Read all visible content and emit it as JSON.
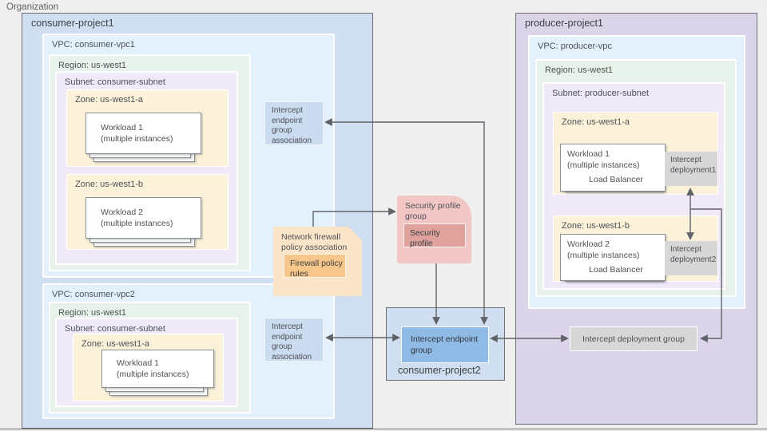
{
  "organization": {
    "label": "Organization"
  },
  "consumer_project1": {
    "label": "consumer-project1",
    "vpc1": {
      "label": "VPC: consumer-vpc1",
      "region_label": "Region: us-west1",
      "subnet_label": "Subnet: consumer-subnet",
      "zone_a": {
        "label": "Zone: us-west1-a",
        "workload": [
          "Workload 1",
          "(multiple instances)"
        ]
      },
      "zone_b": {
        "label": "Zone: us-west1-b",
        "workload": [
          "Workload 2",
          "(multiple instances)"
        ]
      }
    },
    "vpc2": {
      "label": "VPC: consumer-vpc2",
      "region_label": "Region: us-west1",
      "subnet_label": "Subnet: consumer-subnet",
      "zone_a": {
        "label": "Zone: us-west1-a",
        "workload": [
          "Workload 1",
          "(multiple instances)"
        ]
      }
    },
    "endpoint_group_association_top": {
      "lines": [
        "Intercept",
        "endpoint",
        "group",
        "association"
      ]
    },
    "endpoint_group_association_bottom": {
      "lines": [
        "Intercept",
        "endpoint",
        "group",
        "association"
      ]
    }
  },
  "firewall": {
    "association_lines": [
      "Network firewall",
      "policy association"
    ],
    "rules_lines": [
      "Firewall policy",
      "rules"
    ]
  },
  "security": {
    "group_lines": [
      "Security profile",
      "group"
    ],
    "profile_lines": [
      "Security",
      "profile"
    ]
  },
  "consumer_project2": {
    "label": "consumer-project2",
    "endpoint_group_lines": [
      "Intercept endpoint",
      "group"
    ]
  },
  "producer_project1": {
    "label": "producer-project1",
    "vpc": {
      "label": "VPC: producer-vpc",
      "region_label": "Region: us-west1",
      "subnet_label": "Subnet: producer-subnet",
      "zone_a": {
        "label": "Zone: us-west1-a",
        "workload": [
          "Workload 1",
          "(multiple instances)"
        ],
        "load_balancer": "Load Balancer",
        "deployment_lines": [
          "Intercept",
          "deployment1"
        ]
      },
      "zone_b": {
        "label": "Zone: us-west1-b",
        "workload": [
          "Workload 2",
          "(multiple instances)"
        ],
        "load_balancer": "Load Balancer",
        "deployment_lines": [
          "Intercept",
          "deployment2"
        ]
      }
    },
    "deployment_group_label": "Intercept deployment group"
  },
  "colors": {
    "canvas": "#efefef",
    "project_border": "#6d7175",
    "project_blue": "#cfdff1",
    "project_purple": "#dcd5e9",
    "vpc": "#e3f1fc",
    "region": "#e7f3ea",
    "subnet": "#f0e9f8",
    "zone": "#fbf2d9",
    "association": "#ccdcf0",
    "endpoint_group": "#8fbae6",
    "firewall_light": "#fbe5c9",
    "firewall_dark": "#f6c68a",
    "security_light": "#f3c6c6",
    "security_dark": "#dfa29d",
    "gray_box": "#d7d7d7",
    "arrow": "#5f6368"
  }
}
